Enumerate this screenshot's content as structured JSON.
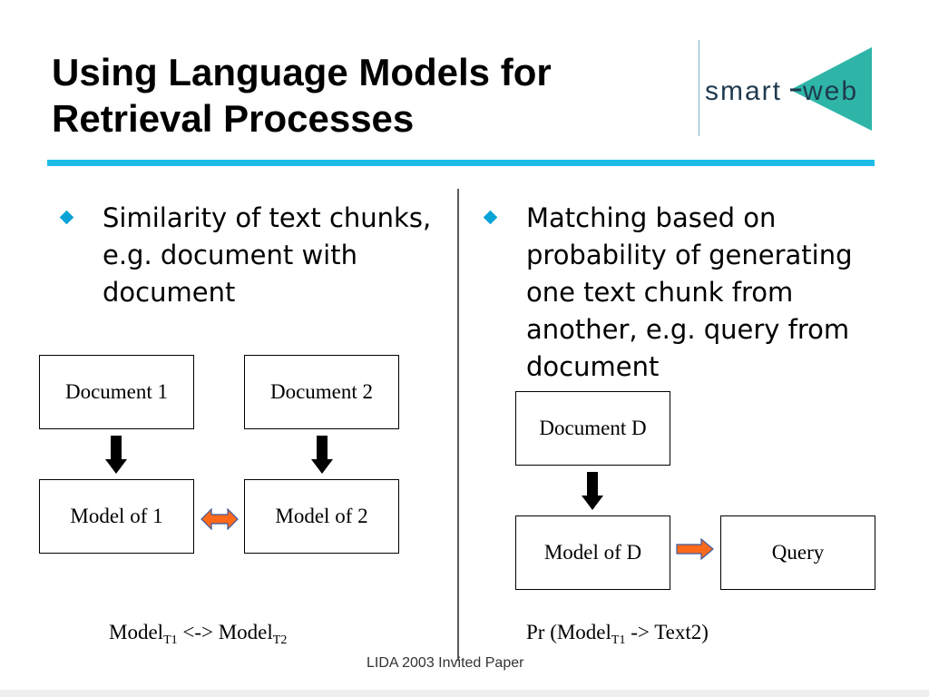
{
  "slide": {
    "title_line1": "Using Language Models for",
    "title_line2": "Retrieval Processes",
    "logo": {
      "part1": "smart",
      "part2": "web",
      "colors": {
        "text": "#1f3a4e",
        "triangle": "#2eb5a7"
      }
    },
    "accent_color": "#1ebde7"
  },
  "left": {
    "bullet_lines": [
      "Similarity of text chunks,",
      "e.g. document with",
      "document"
    ],
    "doc1": "Document 1",
    "doc2": "Document 2",
    "model1": "Model of 1",
    "model2": "Model of 2",
    "formula": {
      "a": "Model",
      "a_sub": "T1",
      "mid": " <-> Model",
      "b_sub": "T2"
    }
  },
  "right": {
    "bullet_lines": [
      "Matching based on",
      "probability of generating",
      "one text chunk from",
      "another, e.g. query from",
      "document"
    ],
    "docD": "Document D",
    "modelD": "Model of D",
    "query": "Query",
    "formula": {
      "a": "Pr (Model",
      "a_sub": "T1",
      "rest": " -> Text2)"
    }
  },
  "footer": "LIDA 2003 Invited Paper",
  "colors": {
    "bullet": "#0aa3d6",
    "arrow_fill": "#ff6a1a",
    "arrow_stroke": "#3a5aa0"
  }
}
